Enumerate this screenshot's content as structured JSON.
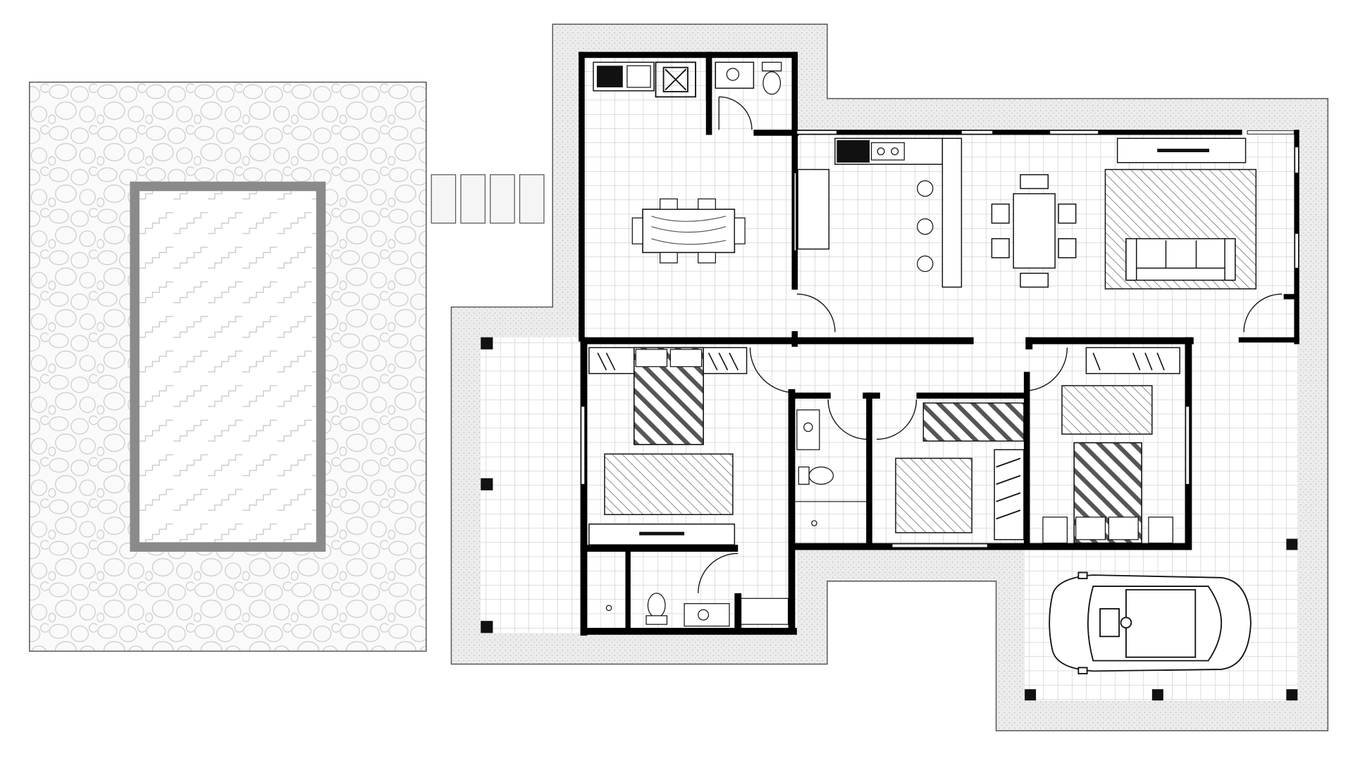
{
  "drawing": {
    "kind": "architectural floor plan",
    "labels": [],
    "colors": {
      "wall": "#000000",
      "floor_tile_line": "#b8b8b8",
      "terrace_fill": "#eeeeee",
      "stone_paving_stroke": "#c9c9c9",
      "pool_coping": "#8a8a8a",
      "hatch": "#555555",
      "background": "#ffffff"
    }
  },
  "spaces": [
    {
      "name": "kitchen-dining",
      "furniture": [
        "kitchen-counter-icon",
        "sink-icon",
        "stove-icon",
        "table-icon",
        "chair-icon"
      ]
    },
    {
      "name": "service-wc",
      "furniture": [
        "toilet-icon",
        "washbasin-icon"
      ]
    },
    {
      "name": "living-dining",
      "furniture": [
        "sink-icon",
        "bar-stool-icon",
        "dining-table-icon",
        "sofa-icon",
        "rug-icon",
        "tv-unit-icon"
      ]
    },
    {
      "name": "master-bedroom",
      "furniture": [
        "bed-icon",
        "wardrobe-icon",
        "desk-icon"
      ]
    },
    {
      "name": "master-bathroom",
      "furniture": [
        "toilet-icon",
        "washbasin-icon",
        "shower-icon"
      ]
    },
    {
      "name": "bathroom",
      "furniture": [
        "toilet-icon",
        "washbasin-icon",
        "shower-icon"
      ]
    },
    {
      "name": "bedroom-2",
      "furniture": [
        "bed-icon",
        "wardrobe-icon"
      ]
    },
    {
      "name": "bedroom-3",
      "furniture": [
        "bed-icon",
        "wardrobe-icon"
      ]
    },
    {
      "name": "porch",
      "furniture": []
    },
    {
      "name": "garage",
      "furniture": [
        "car-icon"
      ]
    },
    {
      "name": "pool-deck",
      "furniture": [
        "pool-icon",
        "stepping-stone-icon"
      ]
    }
  ]
}
